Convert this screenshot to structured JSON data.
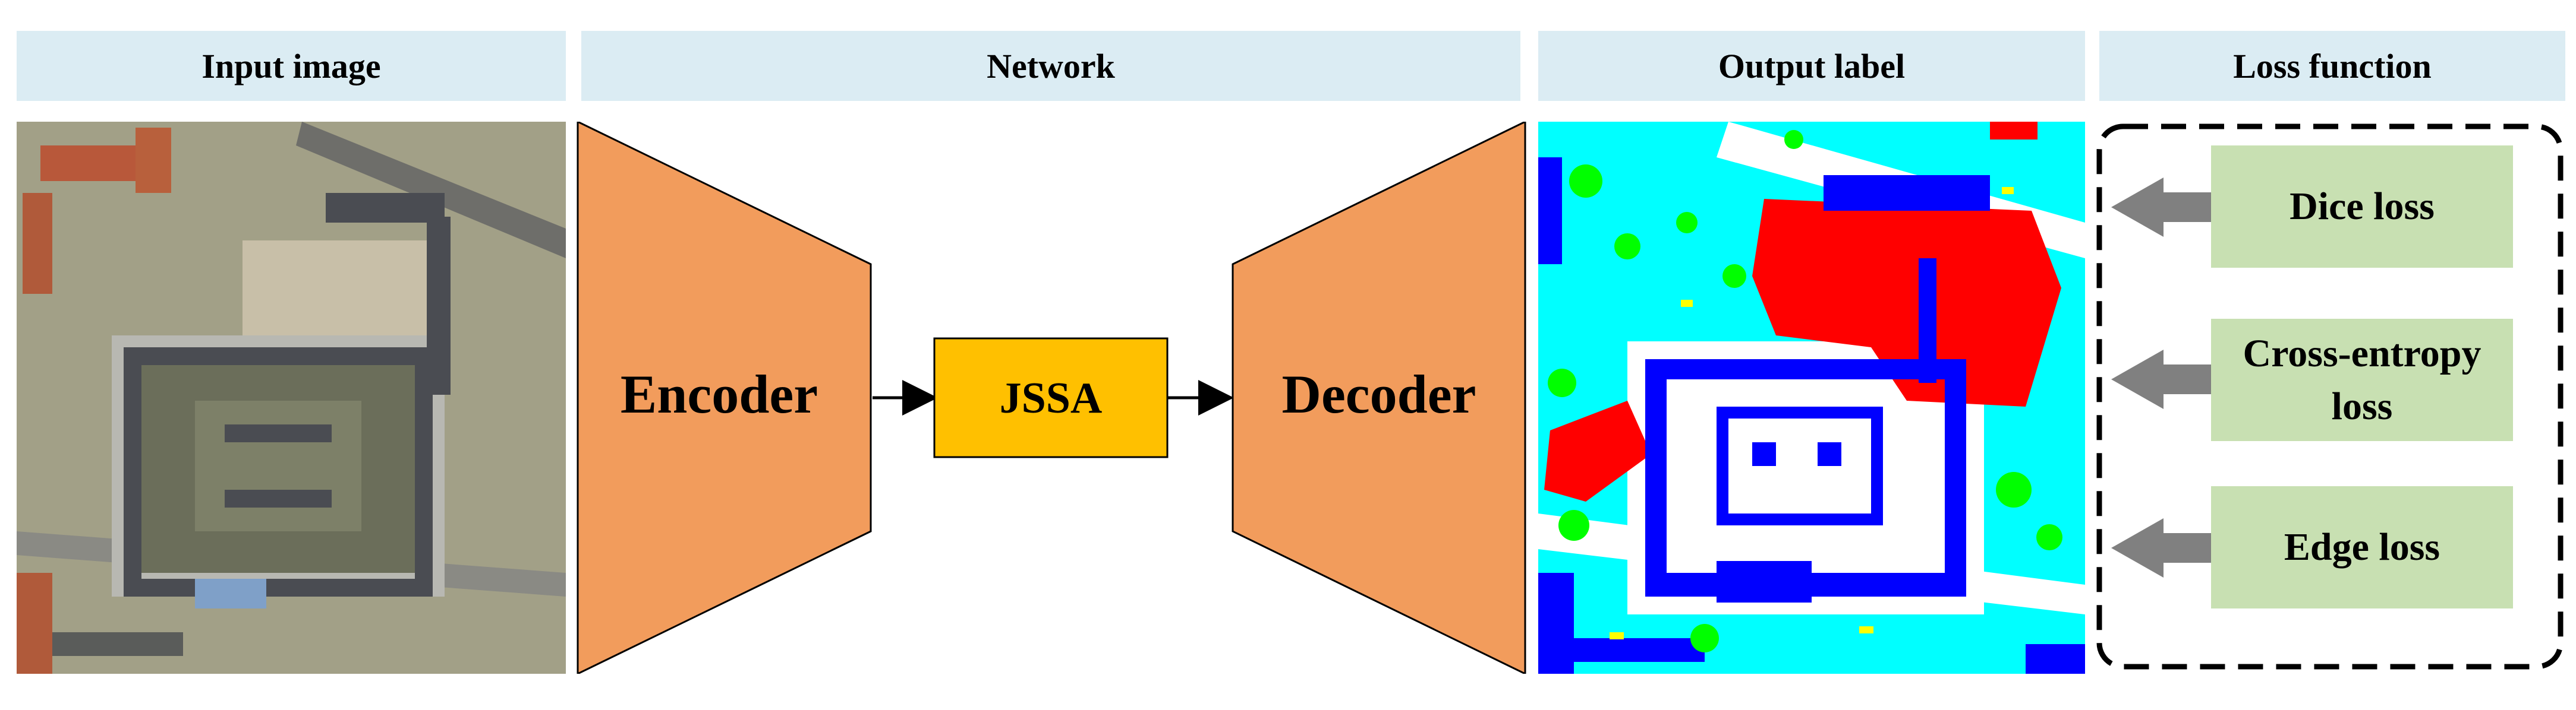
{
  "headers": {
    "input": "Input image",
    "network": "Network",
    "output": "Output label",
    "loss": "Loss function"
  },
  "network": {
    "encoder": "Encoder",
    "module": "JSSA",
    "decoder": "Decoder"
  },
  "losses": [
    {
      "label": "Dice loss"
    },
    {
      "label": "Cross-entropy loss"
    },
    {
      "label": "Edge loss"
    }
  ],
  "colors": {
    "header_bg": "#dbecf3",
    "trapezoid": "#f29c5c",
    "jssa": "#ffc000",
    "loss_box": "#c8e0b2",
    "arrow_gray": "#808080",
    "seg_surface": "#00ffff",
    "seg_building": "#0000ff",
    "seg_tree": "#00ff00",
    "seg_clutter": "#ff0000",
    "seg_road": "#ffffff",
    "seg_car": "#ffff00"
  }
}
